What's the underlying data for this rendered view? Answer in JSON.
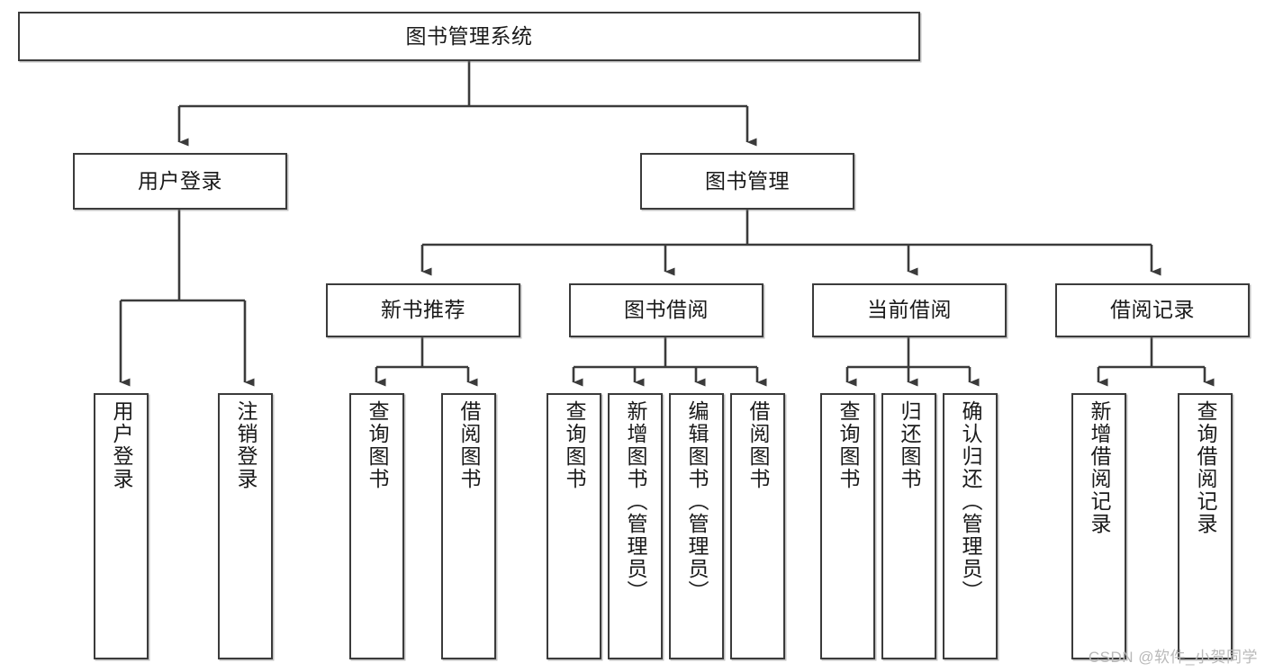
{
  "diagram": {
    "type": "tree-hierarchy-chart",
    "title_node": "图书管理系统",
    "watermark": "CSDN @软件_小贺同学",
    "colors": {
      "box_border": "#3b3b3b",
      "box_fill": "#ffffff",
      "connector": "#3b3b3b",
      "text": "#1a1a1a",
      "watermark": "#b9b9b9"
    },
    "nodes": {
      "root": {
        "label": "图书管理系统"
      },
      "level2": [
        {
          "id": "user-login",
          "label": "用户登录"
        },
        {
          "id": "book-manage",
          "label": "图书管理"
        }
      ],
      "level3": [
        {
          "id": "new-book-recommend",
          "label": "新书推荐"
        },
        {
          "id": "book-borrow",
          "label": "图书借阅"
        },
        {
          "id": "current-borrow",
          "label": "当前借阅"
        },
        {
          "id": "borrow-record",
          "label": "借阅记录"
        }
      ],
      "leaves": {
        "user-login": [
          {
            "id": "leaf-user-login",
            "label": "用户登录"
          },
          {
            "id": "leaf-logout-login",
            "label": "注销登录"
          }
        ],
        "new-book-recommend": [
          {
            "id": "leaf-query-book-1",
            "label": "查询图书"
          },
          {
            "id": "leaf-borrow-book-1",
            "label": "借阅图书"
          }
        ],
        "book-borrow": [
          {
            "id": "leaf-query-book-2",
            "label": "查询图书"
          },
          {
            "id": "leaf-add-book",
            "label": "新增图书（管理员）"
          },
          {
            "id": "leaf-edit-book",
            "label": "编辑图书（管理员）"
          },
          {
            "id": "leaf-borrow-book-2",
            "label": "借阅图书"
          }
        ],
        "current-borrow": [
          {
            "id": "leaf-query-book-3",
            "label": "查询图书"
          },
          {
            "id": "leaf-return-book",
            "label": "归还图书"
          },
          {
            "id": "leaf-confirm-return",
            "label": "确认归还（管理员）"
          }
        ],
        "borrow-record": [
          {
            "id": "leaf-add-record",
            "label": "新增借阅记录"
          },
          {
            "id": "leaf-query-record",
            "label": "查询借阅记录"
          }
        ]
      }
    }
  }
}
